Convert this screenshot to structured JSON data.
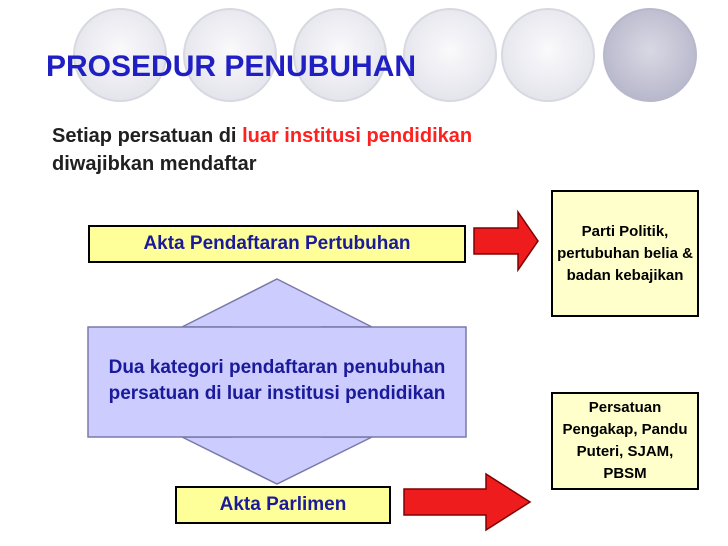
{
  "slide": {
    "title": "PROSEDUR PENUBUHAN",
    "subtitle": {
      "part1": "Setiap persatuan di ",
      "highlight": "luar institusi pendidikan",
      "part2": "diwajibkan mendaftar"
    }
  },
  "diagram": {
    "center_label": "Dua kategori pendaftaran penubuhan persatuan di luar institusi pendidikan",
    "top_box": "Akta Pendaftaran Pertubuhan",
    "bottom_box": "Akta Parlimen",
    "right_top_box": "Parti Politik, pertubuhan belia & badan kebajikan",
    "right_bottom_box": "Persatuan Pengakap, Pandu Puteri, SJAM, PBSM"
  },
  "colors": {
    "title": "#1f1fc4",
    "highlight": "#ff2020",
    "arrow_red": "#ee1c1c",
    "center_shape": "#ccccff",
    "yellow_box": "#ffff99",
    "cream_box": "#ffffcc",
    "bg_circles": "#c8c8d8"
  }
}
